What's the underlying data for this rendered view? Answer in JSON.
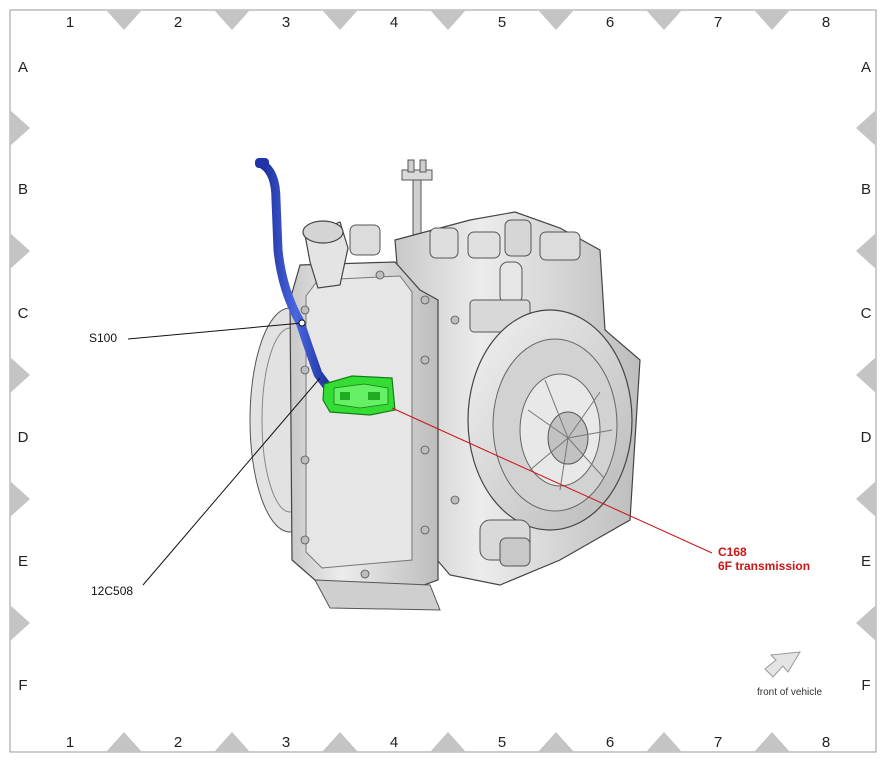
{
  "grid": {
    "columns": [
      "1",
      "2",
      "3",
      "4",
      "5",
      "6",
      "7",
      "8"
    ],
    "rows": [
      "A",
      "B",
      "C",
      "D",
      "E",
      "F"
    ]
  },
  "callouts": {
    "splice": "S100",
    "harness": "12C508",
    "connector_id": "C168",
    "connector_desc": "6F transmission"
  },
  "orientation": {
    "label": "front of vehicle",
    "icon": "arrow-icon"
  },
  "colors": {
    "connector": "#33dd33",
    "harness": "#2a44b8",
    "callout_highlight": "#cc1414",
    "frame_marker": "#c4c4c4"
  }
}
